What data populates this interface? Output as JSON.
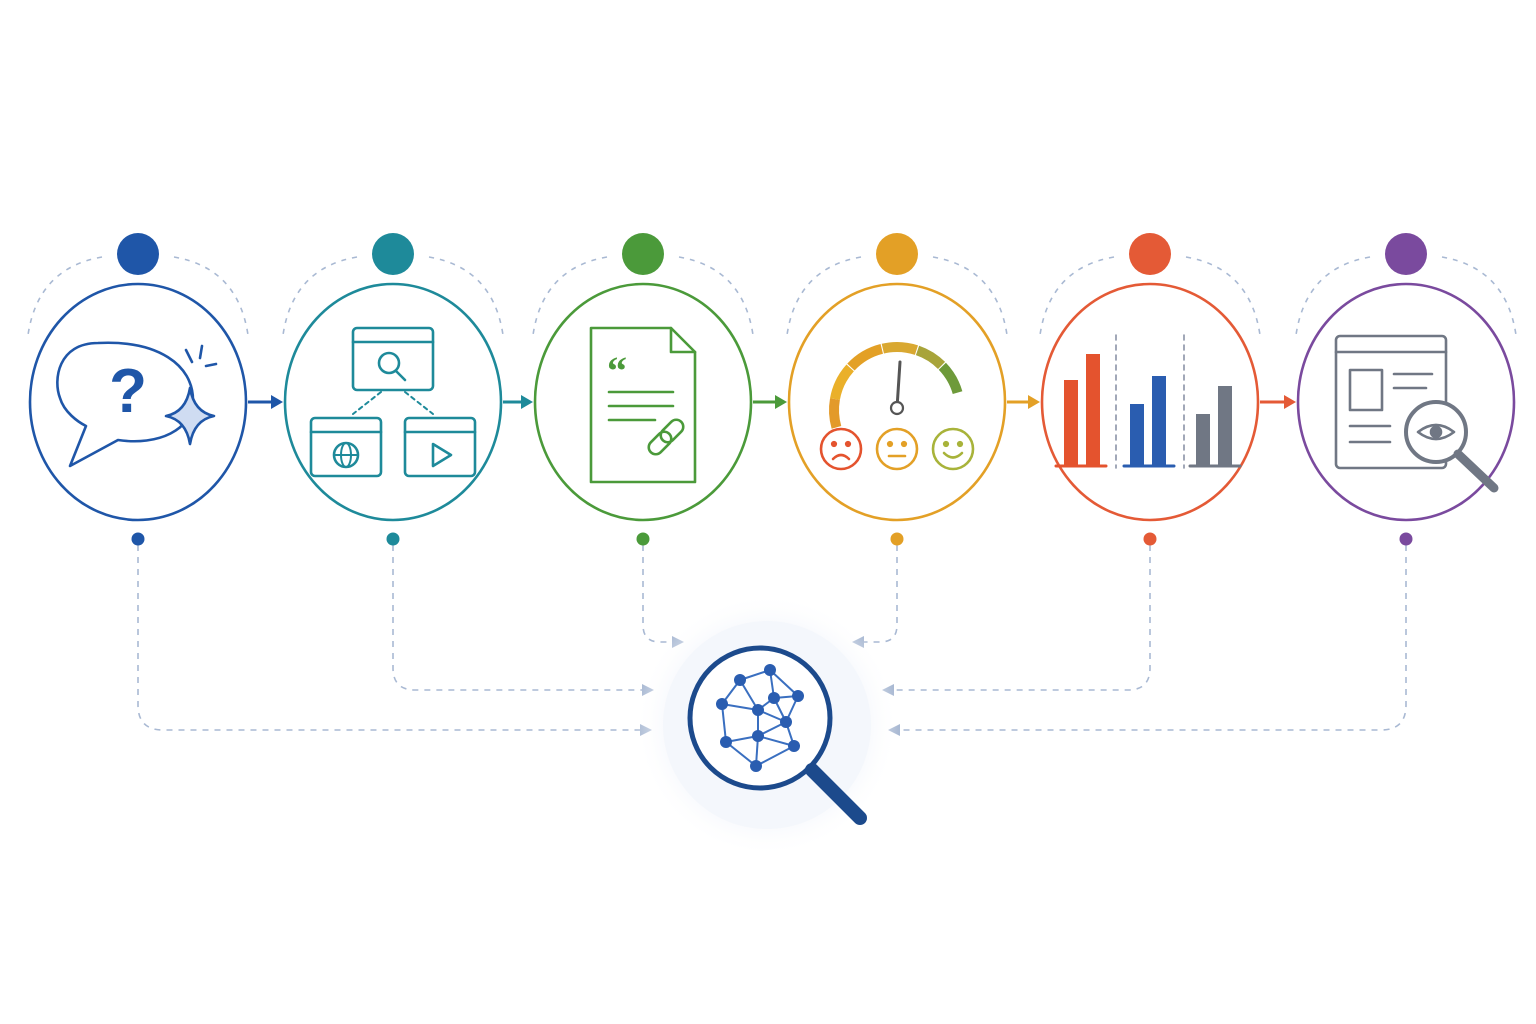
{
  "diagram": {
    "steps": [
      {
        "id": "ask",
        "icon": "question-sparkle-icon",
        "color": "#1f56a8"
      },
      {
        "id": "search",
        "icon": "web-search-icon",
        "color": "#1e8a9a"
      },
      {
        "id": "cite",
        "icon": "document-citation-link-icon",
        "color": "#4b9a3a"
      },
      {
        "id": "rate",
        "icon": "gauge-sentiment-icon",
        "color": "#e3a026"
      },
      {
        "id": "compare",
        "icon": "bar-chart-icon",
        "color": "#e45a36"
      },
      {
        "id": "review",
        "icon": "document-eye-magnifier-icon",
        "color": "#7a4a9e"
      }
    ],
    "hub": {
      "icon": "network-magnifier-icon",
      "color": "#1c4a8c"
    },
    "link_color": "#a9b9d3"
  }
}
